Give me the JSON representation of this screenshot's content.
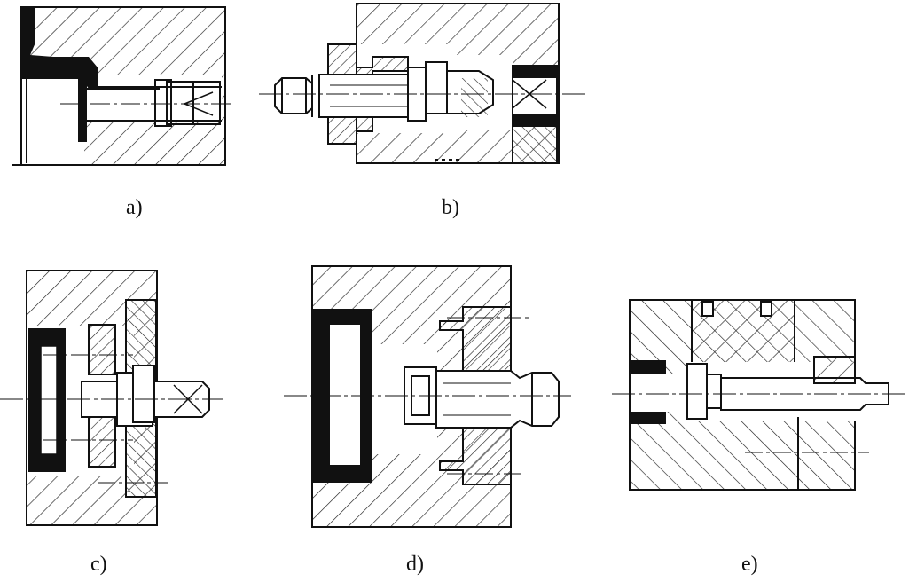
{
  "figure": {
    "colors": {
      "ink": "#111111",
      "paper": "#ffffff",
      "hatch": "#222222"
    },
    "panels": [
      {
        "id": "a",
        "label": "a)"
      },
      {
        "id": "b",
        "label": "b)"
      },
      {
        "id": "c",
        "label": "c)"
      },
      {
        "id": "d",
        "label": "d)"
      },
      {
        "id": "e",
        "label": "e)"
      }
    ]
  }
}
